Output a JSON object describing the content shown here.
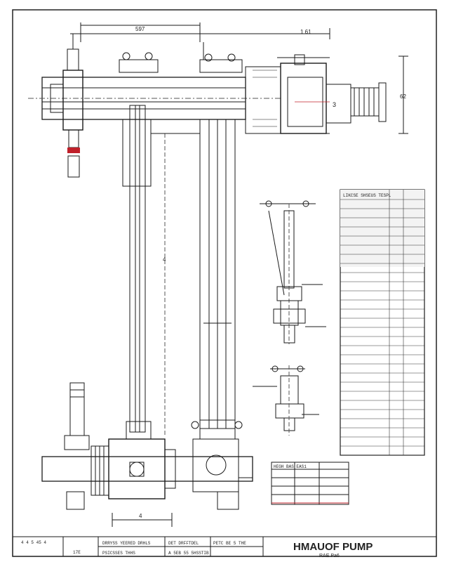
{
  "sheet": {
    "title": "HMAUOF PUMP",
    "subtitle": "RAE Pa6",
    "accent_color": "#c0202a",
    "line_color": "#1a1a1a"
  },
  "dimensions": {
    "top_span": "597",
    "top_right": "1 61",
    "right_height": "62",
    "valve_tag": "3",
    "vertical_mid": "4",
    "bottom_span": "4"
  },
  "title_block": {
    "left_cell": "4 4 5 45 4",
    "cells_top": [
      "DRRYSS YEERED DRHLS",
      "DET DRFFTDEL",
      "PETC BE 5 THE",
      "HMAUOF PUMP"
    ],
    "cells_bottom": [
      "PSICSSES THHS",
      "A 5EB 55 5HSSTIB",
      "RAE Pa6"
    ],
    "small_left": "17E"
  },
  "parts_table": {
    "header": "LIKCSE SHSEUS TESPL",
    "rows": 28
  },
  "note_table": {
    "header": "HEGH BAS EAS1"
  }
}
